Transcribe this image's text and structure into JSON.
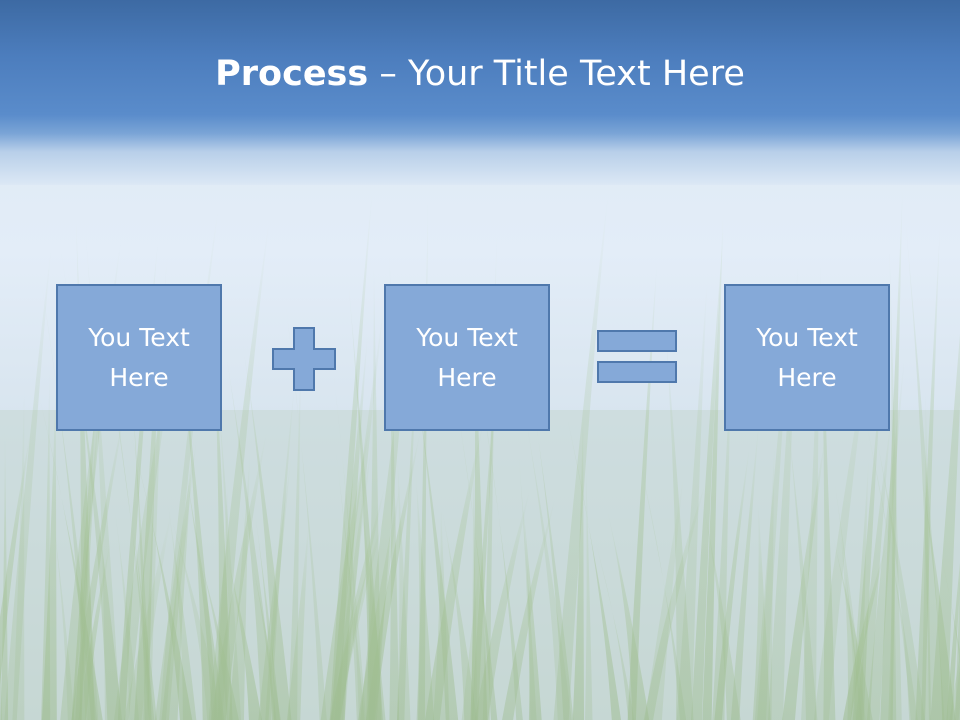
{
  "slide": {
    "title_bold": "Process",
    "title_rest": " – Your Title Text Here",
    "boxes": [
      {
        "line1": "You Text",
        "line2": "Here"
      },
      {
        "line1": "You Text",
        "line2": "Here"
      },
      {
        "line1": "You Text",
        "line2": "Here"
      }
    ]
  },
  "colors": {
    "title_band": "#4c7dbd",
    "box_fill": "#85a9d8",
    "box_border": "#4f78ac",
    "grass": "#8fb27a"
  },
  "icons": [
    "plus-icon",
    "equals-icon"
  ]
}
